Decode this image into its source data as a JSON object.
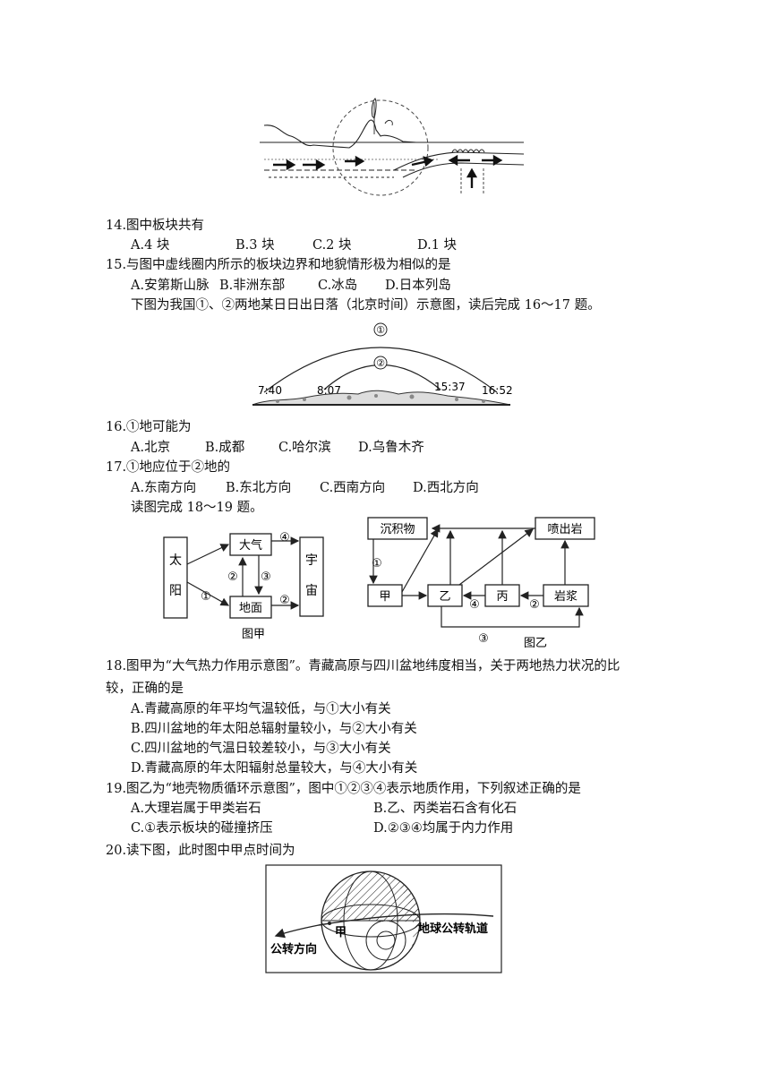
{
  "q14": {
    "stem": "14.图中板块共有",
    "options": [
      "A.4 块",
      "B.3 块",
      "C.2 块",
      "D.1 块"
    ]
  },
  "q15": {
    "stem": "15.与图中虚线圈内所示的板块边界和地貌情形极为相似的是",
    "options": [
      "A.安第斯山脉",
      "B.非洲东部",
      "C.冰岛",
      "D.日本列岛"
    ]
  },
  "intro_16_17": "下图为我国①、②两地某日日出日落（北京时间）示意图，读后完成 16～17 题。",
  "sun_diagram": {
    "label_1": "①",
    "label_2": "②",
    "t1_rise": "7:40",
    "t2_rise": "8:07",
    "t2_set": "15:37",
    "t1_set": "16:52"
  },
  "q16": {
    "stem": "16.①地可能为",
    "options": [
      "A.北京",
      "B.成都",
      "C.哈尔滨",
      "D.乌鲁木齐"
    ]
  },
  "q17": {
    "stem": "17.①地应位于②地的",
    "options": [
      "A.东南方向",
      "B.东北方向",
      "C.西南方向",
      "D.西北方向"
    ]
  },
  "intro_18_19": "读图完成 18～19 题。",
  "fig_jia": {
    "sun": "太\n阳",
    "sun_1": "太",
    "sun_2": "阳",
    "atmosphere": "大气",
    "ground": "地面",
    "space_1": "宇",
    "space_2": "宙",
    "n1": "①",
    "n2a": "②",
    "n3": "③",
    "n4": "④",
    "n2b": "②",
    "caption": "图甲"
  },
  "fig_yi": {
    "sediment": "沉积物",
    "volcanic": "喷出岩",
    "jia": "甲",
    "yi": "乙",
    "bing": "丙",
    "magma": "岩浆",
    "n1": "①",
    "n2": "②",
    "n3": "③",
    "n4": "④",
    "caption": "图乙"
  },
  "q18": {
    "stem_1": "18.图甲为“大气热力作用示意图”。青藏高原与四川盆地纬度相当，关于两地热力状况的比",
    "stem_2": "较，正确的是",
    "options": [
      "A.青藏高原的年平均气温较低，与①大小有关",
      "B.四川盆地的年太阳总辐射量较小，与②大小有关",
      "C.四川盆地的气温日较差较小，与③大小有关",
      "D.青藏高原的年太阳辐射总量较大，与④大小有关"
    ]
  },
  "q19": {
    "stem": "19.图乙为“地壳物质循环示意图”，图中①②③④表示地质作用，下列叙述正确的是",
    "options": [
      "A.大理岩属于甲类岩石",
      "B.乙、丙类岩石含有化石",
      "C.①表示板块的碰撞挤压",
      "D.②③④均属于内力作用"
    ]
  },
  "q20": {
    "stem": "20.读下图，此时图中甲点时间为"
  },
  "earth_fig": {
    "jia": "甲",
    "orbit": "地球公转轨道",
    "direction": "公转方向"
  }
}
